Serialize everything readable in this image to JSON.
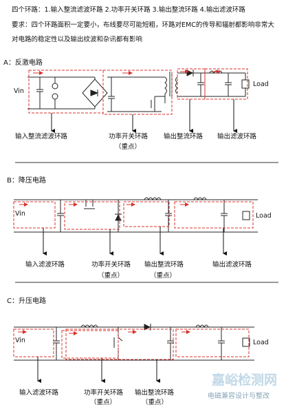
{
  "header": {
    "line1": "四个环路：1.输入整流滤波环路 2.功率开关环路 3.输出整流环路 4.输出滤波环路",
    "line2": "要求：四个环路面积一定要小，布线要尽可能短粗，环路对EMC的传导和辐射都影响非常大",
    "line3": "对电路的稳定性以及输出纹波和杂讯都有影响"
  },
  "sectionA": {
    "title": "A：反激电路",
    "vin": "Vin",
    "load": "Load",
    "labels": [
      "输入整流滤波环路",
      "功率开关环路",
      "（重点）",
      "输出整流环路",
      "输出滤波环路"
    ]
  },
  "sectionB": {
    "title": "B：降压电路",
    "vin": "Vin",
    "load": "Load",
    "labels": [
      "输入滤波环路",
      "功率开关环路",
      "（重点）",
      "输出整流环路",
      "（重点）",
      "输出滤波环路"
    ]
  },
  "sectionC": {
    "title": "C：升压电路",
    "vin": "Vin",
    "load": "Load",
    "labels": [
      "输入滤波环路",
      "功率开关环路",
      "（重点）",
      "输出整流环路",
      "（重点）"
    ]
  },
  "watermark": {
    "big": "嘉峪检测网",
    "small": "电磁兼容设计与整改"
  },
  "colors": {
    "loop": "#d9302a",
    "line": "#222222",
    "watermark": "#8fb9d6"
  }
}
